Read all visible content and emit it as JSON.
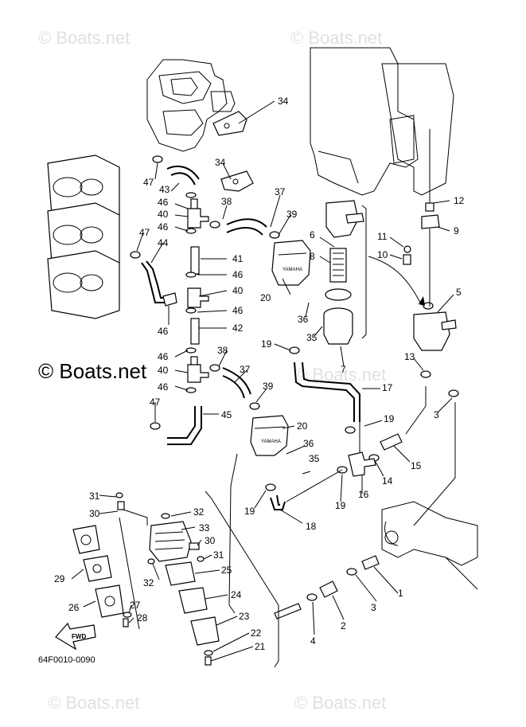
{
  "watermark": {
    "text": "© Boats.net"
  },
  "center_watermark": {
    "text": "© Boats.net"
  },
  "diagram_code": "64F0010-0090",
  "fwd_label": "FWD",
  "brand_text": "YAMAHA",
  "callouts": {
    "n34a": "34",
    "n34b": "34",
    "n37a": "37",
    "n47a": "47",
    "n43": "43",
    "n46a": "46",
    "n40a": "40",
    "n46b": "46",
    "n38a": "38",
    "n39a": "39",
    "n47b": "47",
    "n44": "44",
    "n41": "41",
    "n46c": "46",
    "n40b": "40",
    "n46d": "46",
    "n46e": "46",
    "n42": "42",
    "n20a": "20",
    "n6": "6",
    "n8": "8",
    "n36a": "36",
    "n35a": "35",
    "n7": "7",
    "n19a": "19",
    "n12": "12",
    "n9": "9",
    "n11": "11",
    "n10": "10",
    "n5": "5",
    "n13": "13",
    "n3a": "3",
    "n46f": "46",
    "n40c": "40",
    "n38b": "38",
    "n37b": "37",
    "n46g": "46",
    "n39b": "39",
    "n17": "17",
    "n47c": "47",
    "n45": "45",
    "n20b": "20",
    "n19b": "19",
    "n36b": "36",
    "n35b": "35",
    "n14": "14",
    "n15": "15",
    "n16": "16",
    "n19c": "19",
    "n19d": "19",
    "n18": "18",
    "n31a": "31",
    "n30a": "30",
    "n32a": "32",
    "n33": "33",
    "n30b": "30",
    "n31b": "31",
    "n29": "29",
    "n32b": "32",
    "n25": "25",
    "n26": "26",
    "n27": "27",
    "n28": "28",
    "n24": "24",
    "n23": "23",
    "n22": "22",
    "n21": "21",
    "n1": "1",
    "n2": "2",
    "n3b": "3",
    "n4": "4"
  }
}
